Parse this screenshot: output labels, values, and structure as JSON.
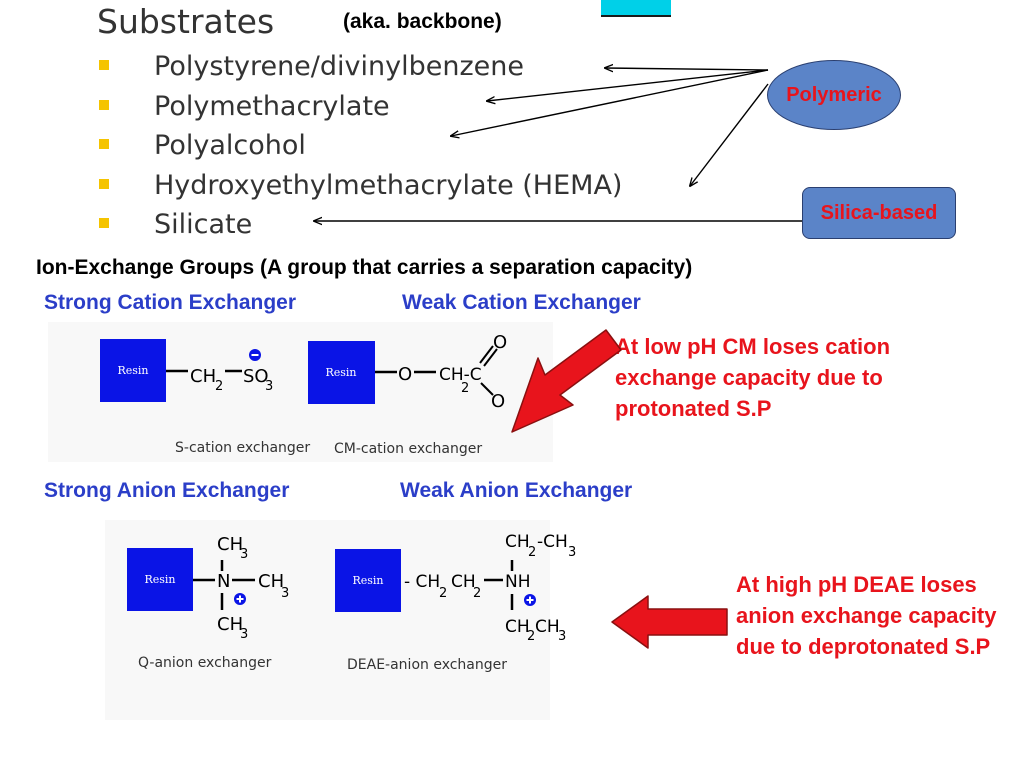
{
  "substrates": {
    "title": "Substrates",
    "aka": "(aka. backbone)",
    "items": [
      "Polystyrene/divinylbenzene",
      "Polymethacrylate",
      "Polyalcohol",
      "Hydroxyethylmethacrylate (HEMA)",
      "Silicate"
    ],
    "polymeric_label": "Polymeric",
    "silica_label": "Silica-based"
  },
  "ion_exchange": {
    "heading": "Ion-Exchange Groups (A group that carries a separation capacity)",
    "strong_cation": "Strong Cation Exchanger",
    "weak_cation": "Weak Cation Exchanger",
    "strong_anion": "Strong Anion Exchanger",
    "weak_anion": "Weak Anion Exchanger",
    "cm_note": "At low pH CM loses cation exchange capacity due to protonated S.P",
    "deae_note": "At high pH DEAE loses anion exchange capacity due to deprotonated S.P"
  },
  "structures": {
    "resin": "Resin",
    "s_caption": "S-cation exchanger",
    "cm_caption": "CM-cation exchanger",
    "q_caption": "Q-anion exchanger",
    "deae_caption": "DEAE-anion exchanger"
  },
  "colors": {
    "resin_blue": "#0a14e6",
    "shape_blue": "#5b84c8",
    "red": "#e8141c",
    "heading_blue": "#2b3ec8"
  }
}
